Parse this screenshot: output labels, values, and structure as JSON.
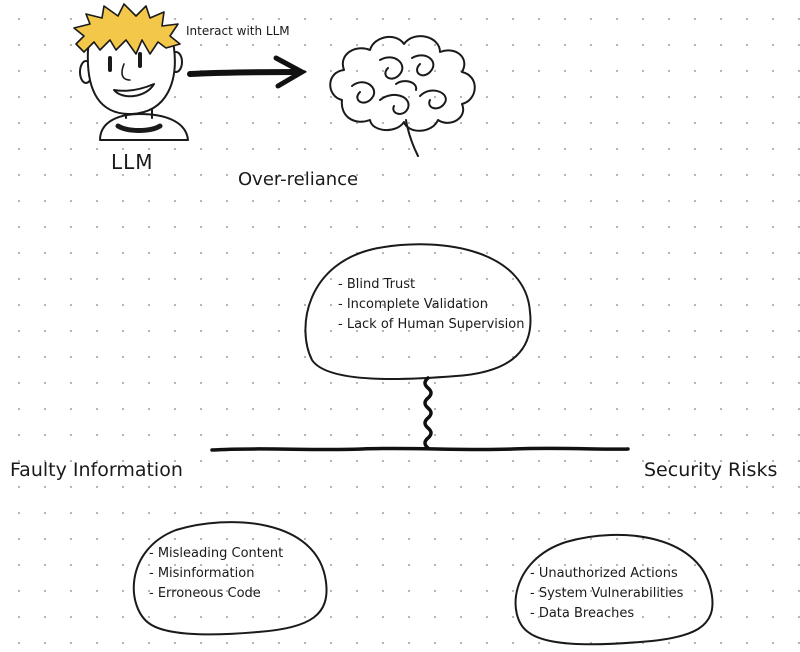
{
  "user": {
    "label": "LLM",
    "arrow_label": "Interact with LLM"
  },
  "brain": {
    "label": "Over-reliance"
  },
  "causes": {
    "items": [
      "- Blind Trust",
      "- Incomplete Validation",
      "- Lack of Human Supervision"
    ]
  },
  "left_branch": {
    "title": "Faulty Information",
    "items": [
      "- Misleading Content",
      "- Misinformation",
      "- Erroneous Code"
    ]
  },
  "right_branch": {
    "title": "Security Risks",
    "items": [
      "- Unauthorized Actions",
      "- System Vulnerabilities",
      "- Data Breaches"
    ]
  },
  "colors": {
    "hair": "#f3c74a",
    "ink": "#1a1a1a"
  }
}
